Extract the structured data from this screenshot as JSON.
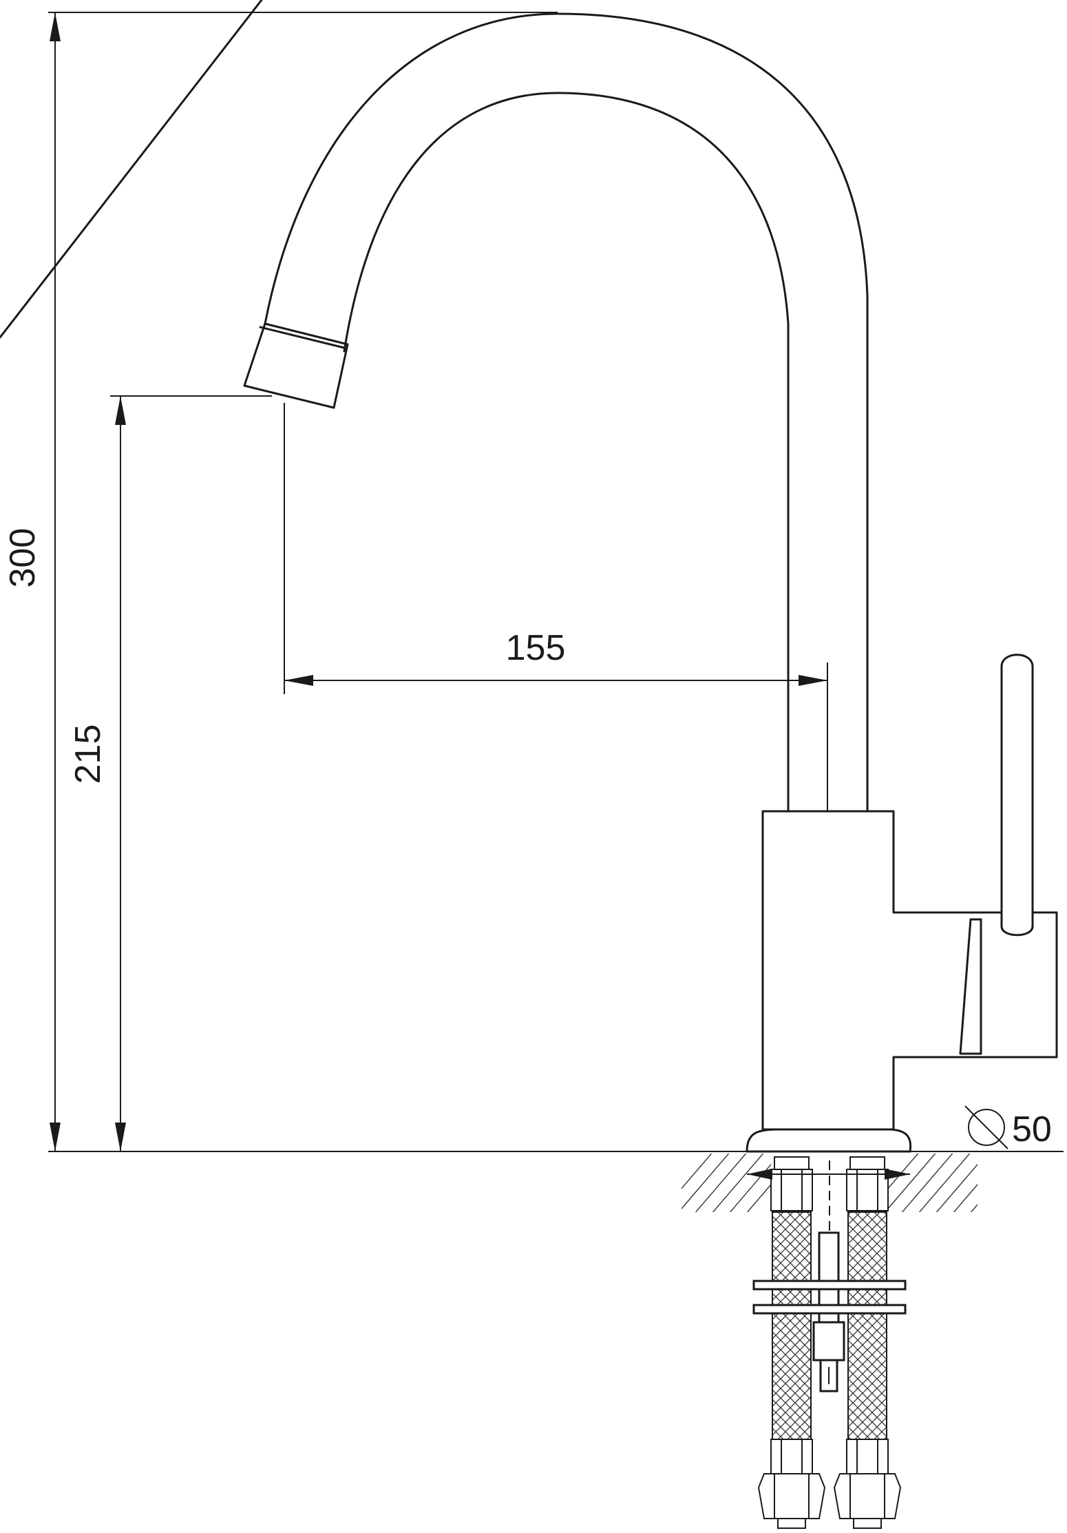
{
  "drawing": {
    "dimensions": {
      "total_height": "300",
      "spout_height": "215",
      "spout_reach": "155",
      "base_diameter": "50"
    }
  }
}
